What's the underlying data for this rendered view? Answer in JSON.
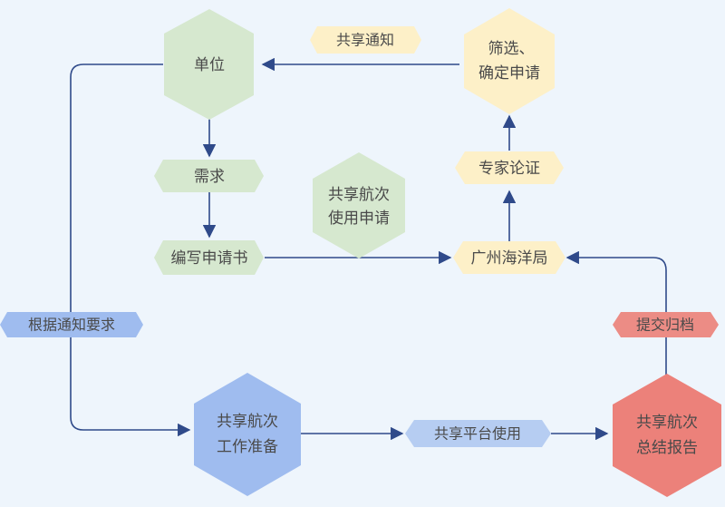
{
  "nodes": {
    "unit": {
      "text": "单位",
      "color": "#d6e8cf"
    },
    "demand": {
      "text": "需求",
      "color": "#d6e8cf"
    },
    "write_application": {
      "text": "编写申请书",
      "color": "#d6e8cf"
    },
    "share_voyage_apply": {
      "line1": "共享航次",
      "line2": "使用申请",
      "color": "#d6e8cf"
    },
    "guangzhou_bureau": {
      "text": "广州海洋局",
      "color": "#fdf0c8"
    },
    "expert_review": {
      "text": "专家论证",
      "color": "#fdf0c8"
    },
    "screen_confirm": {
      "line1": "筛选、",
      "line2": "确定申请",
      "color": "#fdf0c8"
    },
    "share_notice": {
      "text": "共享通知",
      "color": "#fdf0c8"
    },
    "prep_work": {
      "line1": "共享航次",
      "line2": "工作准备",
      "color": "#9fbcef"
    },
    "platform_use": {
      "text": "共享平台使用",
      "color": "#b6cdf2"
    },
    "summary_report": {
      "line1": "共享航次",
      "line2": "总结报告",
      "color": "#ec817a"
    },
    "submit_archive": {
      "text": "提交归档",
      "color": "#ec8c85"
    },
    "notice_requirements": {
      "text": "根据通知要求",
      "color": "#9fbcef"
    }
  },
  "colors": {
    "background": "#eef5fc",
    "connector": "#2f4a8a",
    "text": "#4a4a4a"
  }
}
